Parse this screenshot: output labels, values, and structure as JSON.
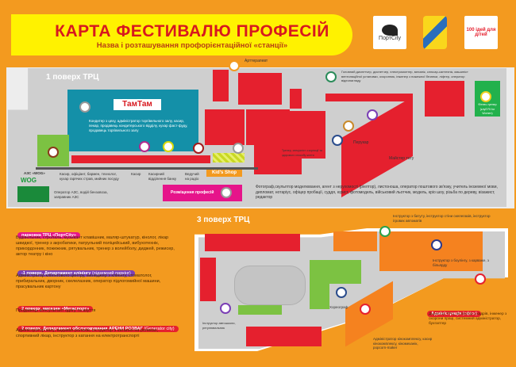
{
  "header": {
    "title": "КАРТА ФЕСТИВАЛЮ ПРОФЕСІЙ",
    "subtitle": "Назва і розташування профорієнтаційної «станції»",
    "logos": [
      {
        "name": "ПортCity"
      },
      {
        "name": "Україна"
      },
      {
        "name": "100 ідей для дітей"
      }
    ]
  },
  "floor1": {
    "label": "1 поверх ТРЦ",
    "tamtam": {
      "logo": "ТамТам",
      "desc": "Кондитер з цеху, адміністратор торгівельного залу, касир, пекар, продавець кондитерського відділу, кухар фаст-фуду, продавець торгівельного залу"
    },
    "arttherapist": "Арттерапевт",
    "dispatcher": "Головний диспетчер, диспетчер, електромонтер, механік, слюсар-сантехнік, машиніст вентиляційної установки, охоронник, інженер з пожежної безпеки, ліфтер, оператор відеонагляду",
    "fitness": "Фітнес-тренер (клуб Fit for Women)",
    "hairdresser": "Перукар",
    "tattoo": "Майстер тату",
    "trainer": "Тренер, спеціаліст з корекції та здорового способу життя",
    "cafe": "Касир, офіціант, бармен, технолог, кухар гарячих страв, мийник посуду",
    "cashier": "Касир",
    "bank": "Касирний відділення банку",
    "radio": "Ведучий на радіо",
    "kids_shop": "Kid's Shop",
    "gas_station": {
      "name": "АЗС «WOG»",
      "brand": "WOG",
      "desc": "Оператор АЗС, водій бензовоза, заправник АЗС"
    },
    "professions_box": "Розміщення професій",
    "photographer": "Фотограф,скульптор моделювання, агент з нерухомості (ріелтор), листоноша, оператор поштового зв'язку, учитель іноземної мови, дипломат, нотаріус, офіцер пробації, суддя, юрист, фотомодель, військовий льотчик, модель, кріо шоу, різьба по дереву, візажист, редактор"
  },
  "legend": [
    {
      "tag": "парковка ТРЦ «ПортCity»",
      "tag_extra": "",
      "color": "#e6148a",
      "desc": "Будівельник, стропаль, музикант клавішник, маляр-штукатур, кінолог, лікар швидкої, тренер з акробатики, патрульний поліцейський, вибухотехнік, прикордонник, пожежник, рятувальник, тренер з волейболу, диджей, режисер, актор театру і кіно"
    },
    {
      "tag": "-1 поверх, Департамент клінінгу",
      "tag_extra": "(підземний паркінг)",
      "color": "#7b3fb5",
      "desc": "Адміністратор клінінгового центру, менеджер з клінінгу, стоматолог, прибиральник, дворник, скелелазник, оператор підлогомийної машини, прасувальник картону"
    },
    {
      "tag": "2 поверх, магазин «Мегаспорт»",
      "tag_extra": "",
      "color": "#e5202e",
      "desc": "Продавець консультант одягу та взуття"
    },
    {
      "tag": "2 поверх, Департамент обслуговування АРЕНИ РОЗВАГ",
      "tag_extra": "(Generator city)",
      "color": "#e5202e",
      "desc": "Адміністратор залу, видавач роликів, інструктор з катання на роликах, спортивний лікар, інструктор з катання на електротранспорті"
    }
  ],
  "floor3": {
    "label": "3 поверх ТРЦ",
    "autoshool": "Інструктор автошколи, регулювальник",
    "choreographer": "Хореограф",
    "trampoline": "Інструктор з батуту, інструктор стіни скелелазів, інструктор ігрових автоматів",
    "bowling": "Інструктор з боулінгу, з карваже, з більярду",
    "admin_tag": "Адміністрація",
    "admin_extra": "(офіси)",
    "admin_desc": "Директор ТРЦ, інспектор з кадрів, інженер з охорони праці, системний адміністратор, бухгалтер",
    "cinema": "Адміністратор кінокомплексу, касир кінокомплексу, кіномеханік, popcorn-maker"
  },
  "colors": {
    "background": "#f39a1f",
    "banner": "#fff200",
    "title": "#d7181f",
    "shop": "#e5202e",
    "tamtam": "#1490a8",
    "green": "#7cc242",
    "pink": "#e6148a",
    "purple": "#7b3fb5"
  }
}
